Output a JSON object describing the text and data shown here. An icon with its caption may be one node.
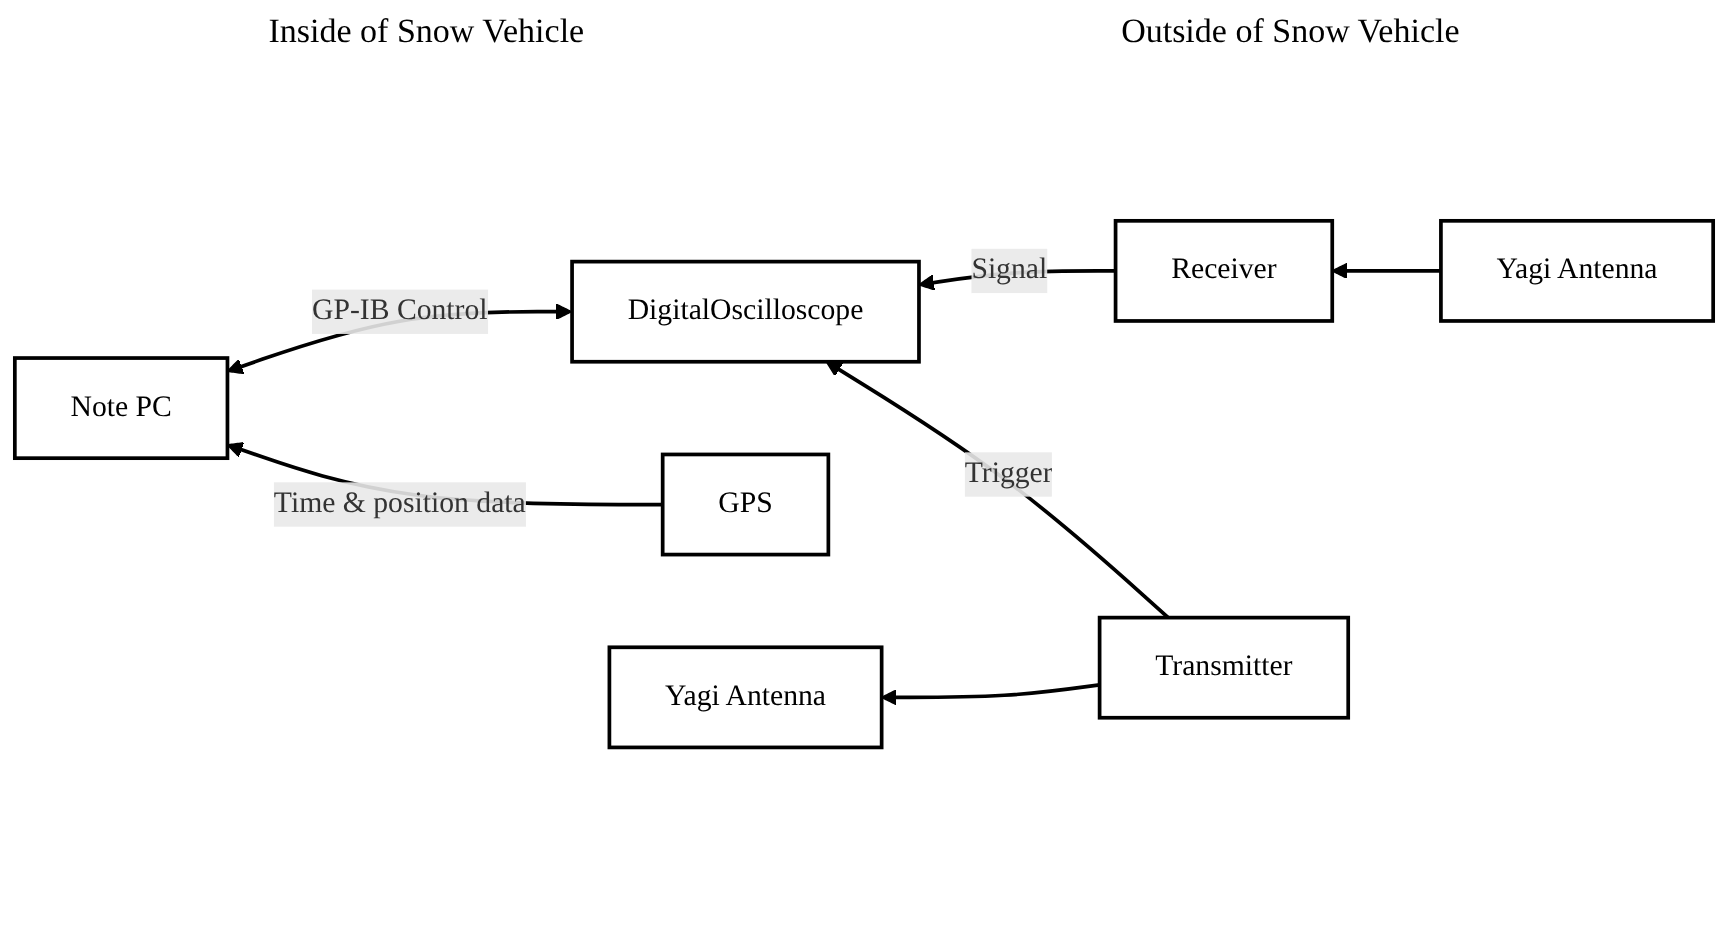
{
  "diagram": {
    "nodes": [
      {
        "text": [
          "DigitalOscilloscope"
        ]
      },
      {
        "text": [
          "Receiver"
        ]
      },
      {
        "text": [
          "Transmitter"
        ]
      },
      {
        "text": [
          "Note PC"
        ]
      },
      {
        "text": [
          "GPS"
        ]
      },
      {
        "text": [
          "Yagi Antenna"
        ]
      },
      {
        "text": [
          "Yagi Antenna"
        ]
      }
    ],
    "edges": [
      {
        "from": 1,
        "to": 0,
        "arrow": "to",
        "label": "Signal"
      },
      {
        "from": 5,
        "to": 1,
        "arrow": "to"
      },
      {
        "from": 2,
        "to": 0,
        "arrow": "to",
        "label": "Trigger"
      },
      {
        "from": 2,
        "to": 6,
        "arrow": "to"
      },
      {
        "from": 0,
        "to": 3,
        "arrow": "both",
        "label": "GP-IB Control"
      },
      {
        "from": 4,
        "to": 3,
        "arrow": "to",
        "label": "Time & position data"
      }
    ],
    "labels": [
      "Inside of Snow Vehicle",
      "Outside of Snow Vehicle"
    ]
  }
}
